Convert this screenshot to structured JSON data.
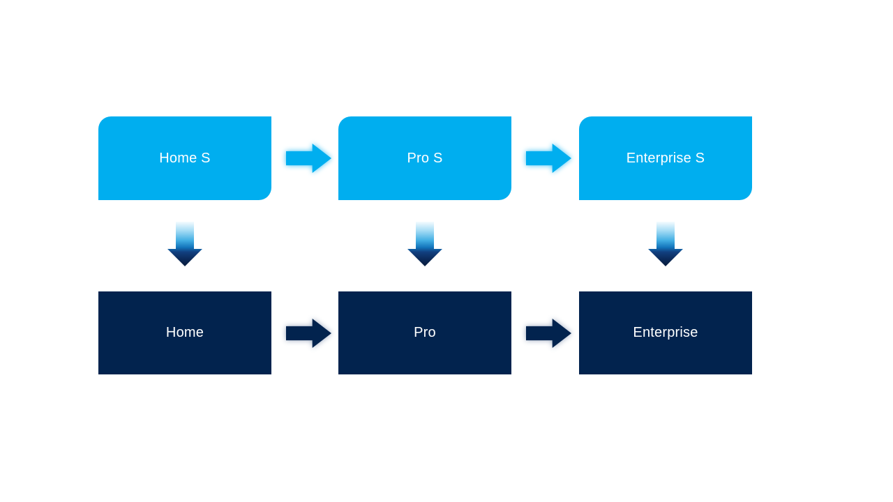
{
  "diagram": {
    "description": "Two-row product upgrade flow diagram",
    "columns": [
      {
        "top_label": "Home S",
        "bottom_label": "Home"
      },
      {
        "top_label": "Pro S",
        "bottom_label": "Pro"
      },
      {
        "top_label": "Enterprise S",
        "bottom_label": "Enterprise"
      }
    ],
    "connectors": {
      "top_row_arrows": [
        "right-arrow",
        "right-arrow"
      ],
      "bottom_row_arrows": [
        "right-arrow",
        "right-arrow"
      ],
      "column_arrows": [
        "down-arrow",
        "down-arrow",
        "down-arrow"
      ]
    },
    "colors": {
      "background": "#FFFFFF",
      "top_box": "#00AEEF",
      "bottom_box": "#02234E",
      "text": "#FFFFFF",
      "right_arrow_light": "#00AEEF",
      "right_arrow_dark": "#02234E",
      "down_arrow_gradient_top": "#F4FBFF",
      "down_arrow_gradient_mid": "#42AEE3",
      "down_arrow_gradient_bottom": "#081C3C"
    }
  }
}
